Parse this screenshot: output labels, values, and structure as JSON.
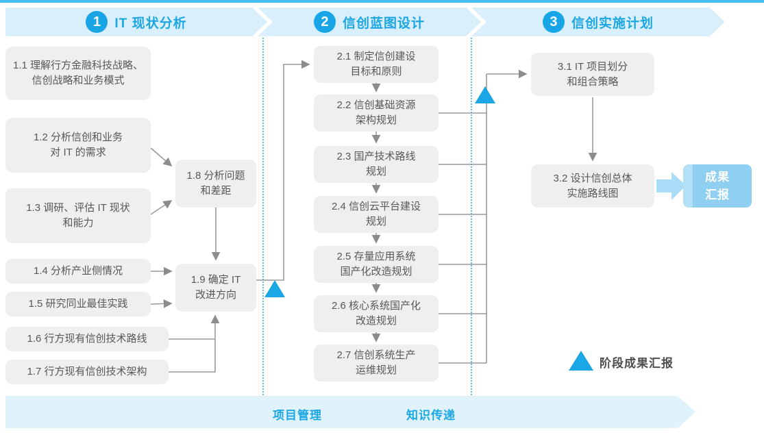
{
  "phases": [
    {
      "number": "1",
      "title": "IT 现状分析"
    },
    {
      "number": "2",
      "title": "信创蓝图设计"
    },
    {
      "number": "3",
      "title": "信创实施计划"
    }
  ],
  "boxes": {
    "b11": "1.1 理解行方金融科技战略、\n信创战略和业务模式",
    "b12": "1.2 分析信创和业务\n对 IT 的需求",
    "b13": "1.3 调研、评估 IT 现状\n和能力",
    "b14": "1.4 分析产业侧情况",
    "b15": "1.5 研究同业最佳实践",
    "b16": "1.6 行方现有信创技术路线",
    "b17": "1.7 行方现有信创技术架构",
    "b18": "1.8 分析问题\n和差距",
    "b19": "1.9 确定 IT\n改进方向",
    "b21": "2.1 制定信创建设\n目标和原则",
    "b22": "2.2 信创基础资源\n架构规划",
    "b23": "2.3 国产技术路线\n规划",
    "b24": "2.4 信创云平台建设\n规划",
    "b25": "2.5 存量应用系统\n国产化改造规划",
    "b26": "2.6 核心系统国产化\n改造规划",
    "b27": "2.7 信创系统生产\n运维规划",
    "b31": "3.1 IT 项目划分\n和组合策略",
    "b32": "3.2 设计信创总体\n实施路线图"
  },
  "result_label": "成果\n汇报",
  "legend_label": "阶段成果汇报",
  "footer": {
    "items": [
      "项目管理",
      "知识传递"
    ]
  },
  "colors": {
    "accent": "#1BA7E5",
    "banner_bg": "#D9EFFB",
    "box_bg": "#EFEFEF",
    "box_text": "#595757",
    "connector": "#999999",
    "result_bg": "#8FD0F2",
    "footer_bg": "#E0F3FC"
  }
}
